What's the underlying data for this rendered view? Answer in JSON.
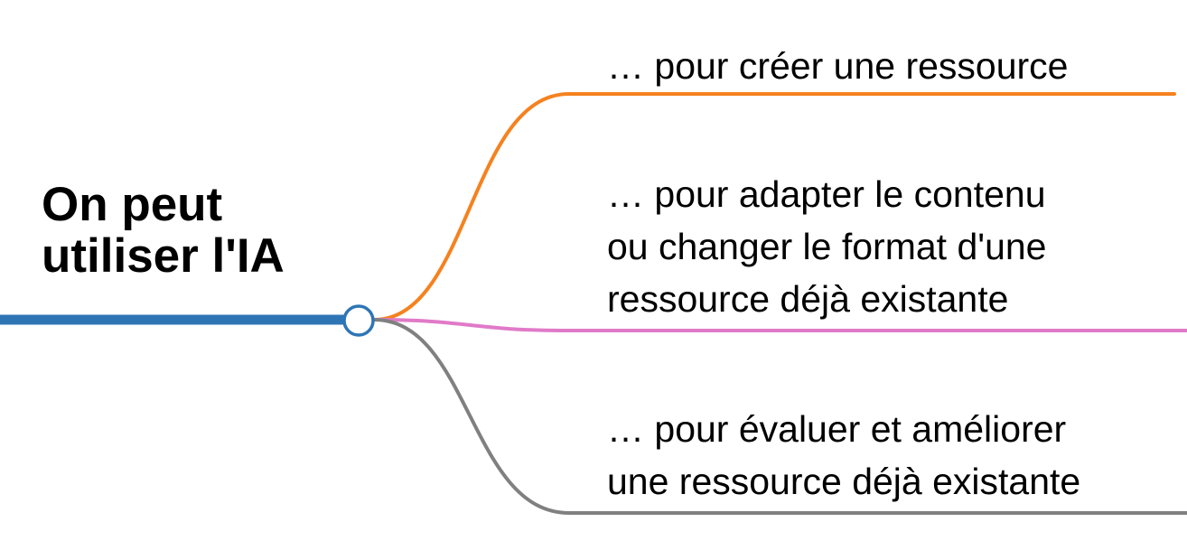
{
  "root": {
    "title": "On peut\nutiliser l'IA",
    "color": "#2e75b6"
  },
  "branches": [
    {
      "label": "… pour créer une ressource",
      "color": "#f5821f"
    },
    {
      "label": "… pour adapter le contenu\nou changer le format d'une\nressource déjà existante",
      "color": "#e07ac8"
    },
    {
      "label": "… pour évaluer et améliorer\nune ressource déjà existante",
      "color": "#808080"
    }
  ]
}
